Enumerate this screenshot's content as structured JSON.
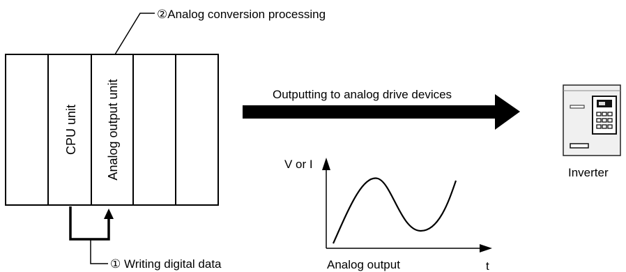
{
  "labels": {
    "analog_conversion": "②Analog conversion processing",
    "cpu_unit": "CPU unit",
    "analog_output_unit": "Analog output unit",
    "outputting": "Outputting to analog drive devices",
    "writing_digital": "① Writing digital data",
    "graph_y": "V or I",
    "graph_x": "t",
    "graph_caption": "Analog output",
    "inverter": "Inverter"
  }
}
